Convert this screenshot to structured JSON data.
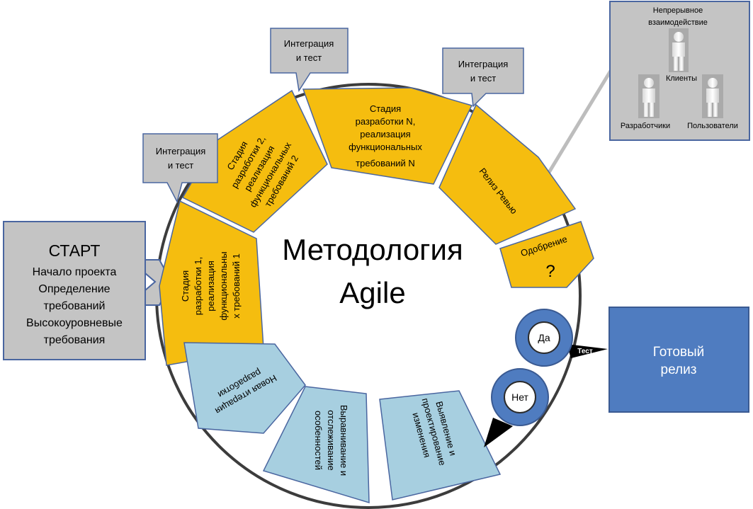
{
  "title_line1": "Методология",
  "title_line2": "Agile",
  "start": {
    "heading": "СТАРТ",
    "lines": [
      "Начало проекта",
      "Определение",
      "требований",
      "Высокоуровневые",
      "требования"
    ]
  },
  "stages": {
    "stage1": [
      "Стадия",
      "разработки 1,",
      "реализация",
      "функциональны",
      "х требований 1"
    ],
    "stage2": [
      "Стадия",
      "разработки 2,",
      "реализация",
      "функциональных",
      "требований 2"
    ],
    "stageN": [
      "Стадия",
      "разработки N,",
      "реализация",
      "функциональных",
      "требований N"
    ],
    "release_review": "Релиз Ревью",
    "approval": "Одобрение",
    "approval_mark": "?"
  },
  "bottom": {
    "new_iteration": [
      "Новая итерация",
      "разработки"
    ],
    "alignment": [
      "Выравнивание и",
      "отслеживание",
      "особенностей"
    ],
    "change": [
      "Выявление и",
      "проектирование",
      "изменения"
    ]
  },
  "callouts": {
    "integration_line1": "Интеграция",
    "integration_line2": "и тест"
  },
  "decision": {
    "yes": "Да",
    "no": "Нет",
    "test": "Тест"
  },
  "ready_release": [
    "Готовый",
    "релиз"
  ],
  "interaction": {
    "title_line1": "Непрерывное",
    "title_line2": "взаимодействие",
    "clients": "Клиенты",
    "developers": "Разработчики",
    "users": "Пользователи"
  },
  "colors": {
    "yellow": "#F5BD0F",
    "light_blue": "#A7CFE0",
    "gray": "#C4C4C4",
    "blue": "#4F7CC0",
    "border_blue": "#4A66A0"
  }
}
